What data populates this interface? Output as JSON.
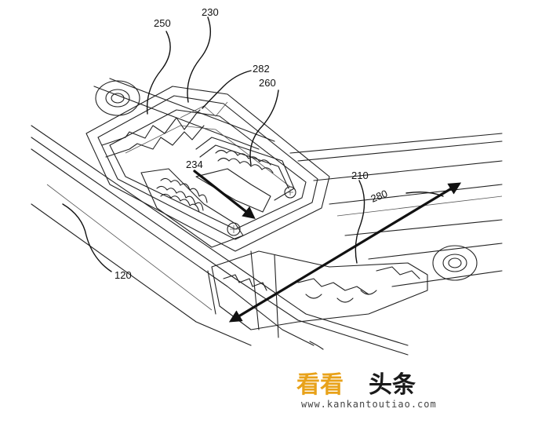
{
  "labels": {
    "l250": "250",
    "l230": "230",
    "l282": "282",
    "l260": "260",
    "l234": "234",
    "l210": "210",
    "l280": "280",
    "l120": "120"
  },
  "watermark": {
    "cn_a": "看看",
    "cn_b": "头条",
    "url": "www.kankantoutiao.com",
    "color_a": "#e8a21a",
    "color_b": "#1a1a1a"
  }
}
